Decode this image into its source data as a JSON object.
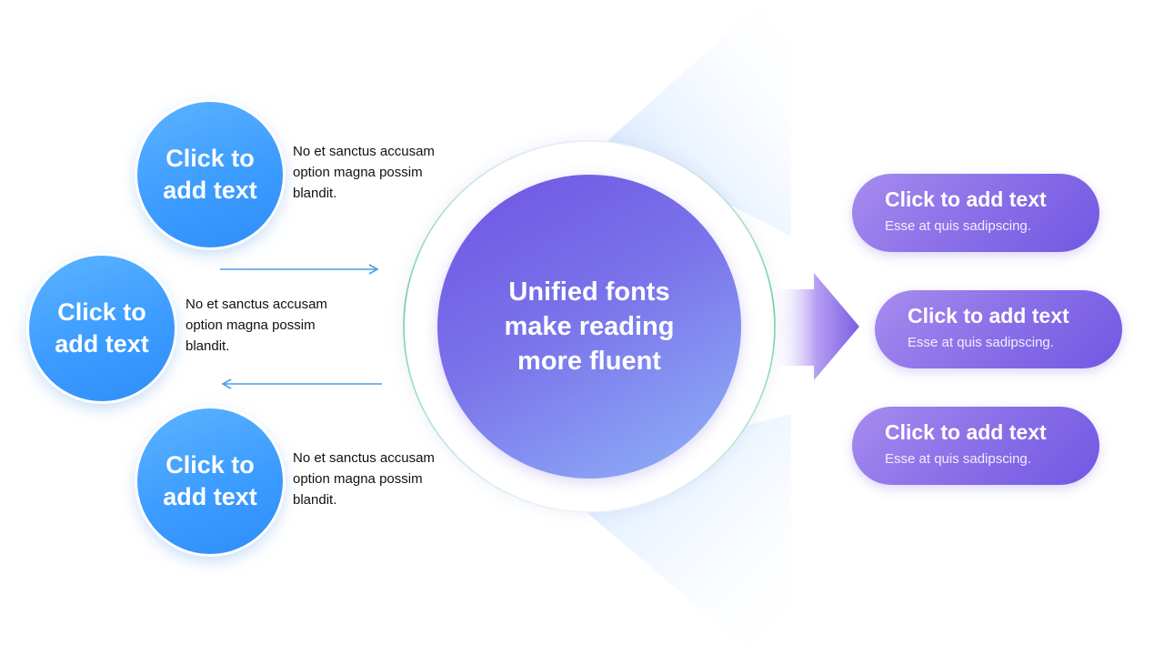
{
  "left_items": [
    {
      "circle_text": "Click to add text",
      "desc": "No et sanctus accusam option magna possim blandit."
    },
    {
      "circle_text": "Click to add text",
      "desc": "No et sanctus accusam option magna possim blandit."
    },
    {
      "circle_text": "Click to add text",
      "desc": "No et sanctus accusam option magna possim blandit."
    }
  ],
  "center": {
    "text": "Unified fonts make reading more fluent"
  },
  "right_items": [
    {
      "title": "Click to add text",
      "subtitle": "Esse at quis sadipscing."
    },
    {
      "title": "Click to add text",
      "subtitle": "Esse at quis sadipscing."
    },
    {
      "title": "Click to add text",
      "subtitle": "Esse at quis sadipscing."
    }
  ],
  "colors": {
    "blue_circle": "#3c9cff",
    "purple_center": "#6f55e2",
    "pill_purple": "#8a6fe8",
    "arrow_line": "#4a9ee8",
    "beam": "#d6e8ff"
  }
}
